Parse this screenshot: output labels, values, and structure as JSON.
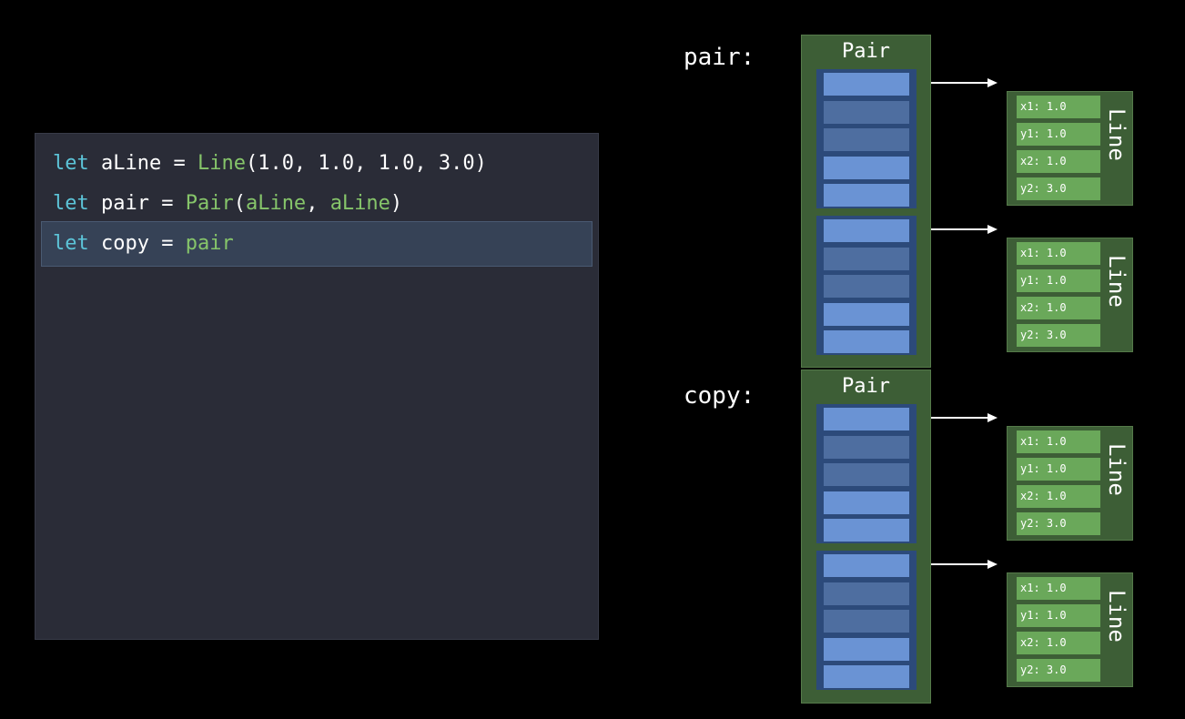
{
  "code": {
    "lines": [
      {
        "tokens": [
          {
            "t": "let",
            "c": "kw"
          },
          {
            "t": " aLine = ",
            "c": ""
          },
          {
            "t": "Line",
            "c": "ty"
          },
          {
            "t": "(1.0, 1.0, 1.0, 3.0)",
            "c": ""
          }
        ]
      },
      {
        "tokens": [
          {
            "t": "let",
            "c": "kw"
          },
          {
            "t": " pair = ",
            "c": ""
          },
          {
            "t": "Pair",
            "c": "ty"
          },
          {
            "t": "(",
            "c": ""
          },
          {
            "t": "aLine",
            "c": "ty"
          },
          {
            "t": ", ",
            "c": ""
          },
          {
            "t": "aLine",
            "c": "ty"
          },
          {
            "t": ")",
            "c": ""
          }
        ]
      },
      {
        "tokens": [
          {
            "t": "let",
            "c": "kw"
          },
          {
            "t": " copy = ",
            "c": ""
          },
          {
            "t": "pair",
            "c": "ty"
          }
        ]
      }
    ],
    "highlighted_line": 2
  },
  "diagram": {
    "variables": [
      {
        "label": "pair:",
        "box_title": "Pair",
        "lines": [
          {
            "title": "Line",
            "fields": [
              "x1: 1.0",
              "y1: 1.0",
              "x2: 1.0",
              "y2: 3.0"
            ]
          },
          {
            "title": "Line",
            "fields": [
              "x1: 1.0",
              "y1: 1.0",
              "x2: 1.0",
              "y2: 3.0"
            ]
          }
        ]
      },
      {
        "label": "copy:",
        "box_title": "Pair",
        "lines": [
          {
            "title": "Line",
            "fields": [
              "x1: 1.0",
              "y1: 1.0",
              "x2: 1.0",
              "y2: 3.0"
            ]
          },
          {
            "title": "Line",
            "fields": [
              "x1: 1.0",
              "y1: 1.0",
              "x2: 1.0",
              "y2: 3.0"
            ]
          }
        ]
      }
    ]
  },
  "colors": {
    "background": "#000000",
    "code_bg": "#2a2c37",
    "keyword": "#5cc4d8",
    "type": "#86c56a",
    "box_green": "#3d5e36",
    "field_green": "#6aa85a",
    "slot_blue": "#6a93d4",
    "slot_dim": "#4e6ea0"
  }
}
